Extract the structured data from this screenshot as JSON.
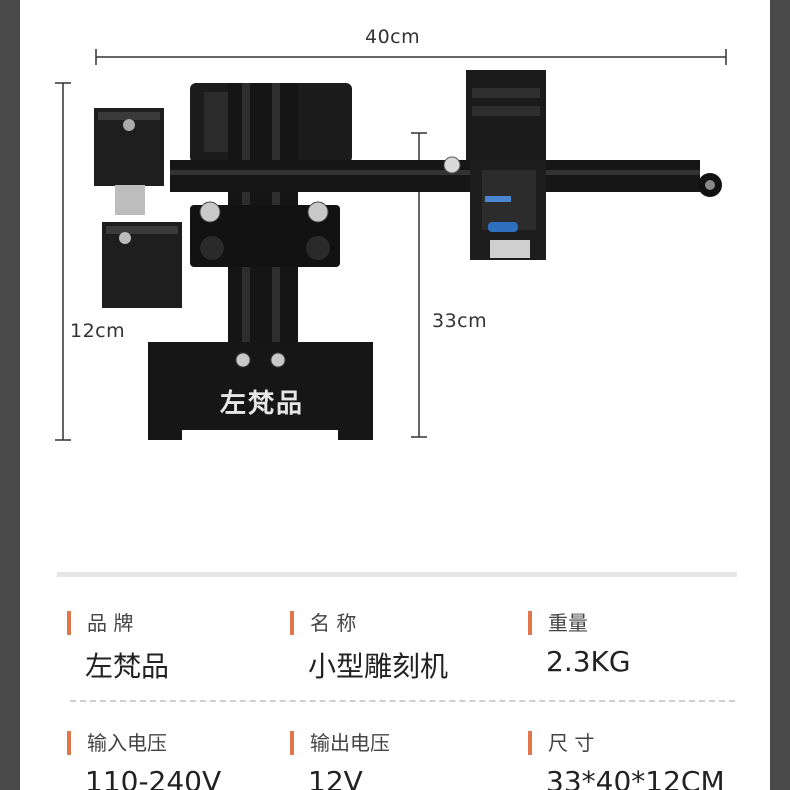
{
  "dimensions": {
    "width": "40cm",
    "height": "12cm",
    "depth": "33cm"
  },
  "product": {
    "base_brand_text": "左梵品"
  },
  "specs": [
    {
      "label": "品 牌",
      "value": "左梵品"
    },
    {
      "label": "名 称",
      "value": "小型雕刻机"
    },
    {
      "label": "重量",
      "value": "2.3KG"
    },
    {
      "label": "输入电压",
      "value": "110-240V"
    },
    {
      "label": "输出电压",
      "value": "12V"
    },
    {
      "label": "尺 寸",
      "value": "33*40*12CM"
    }
  ],
  "colors": {
    "accent": "#e0774a",
    "page_bg": "#ffffff",
    "side_bg": "#4a4a4a"
  }
}
